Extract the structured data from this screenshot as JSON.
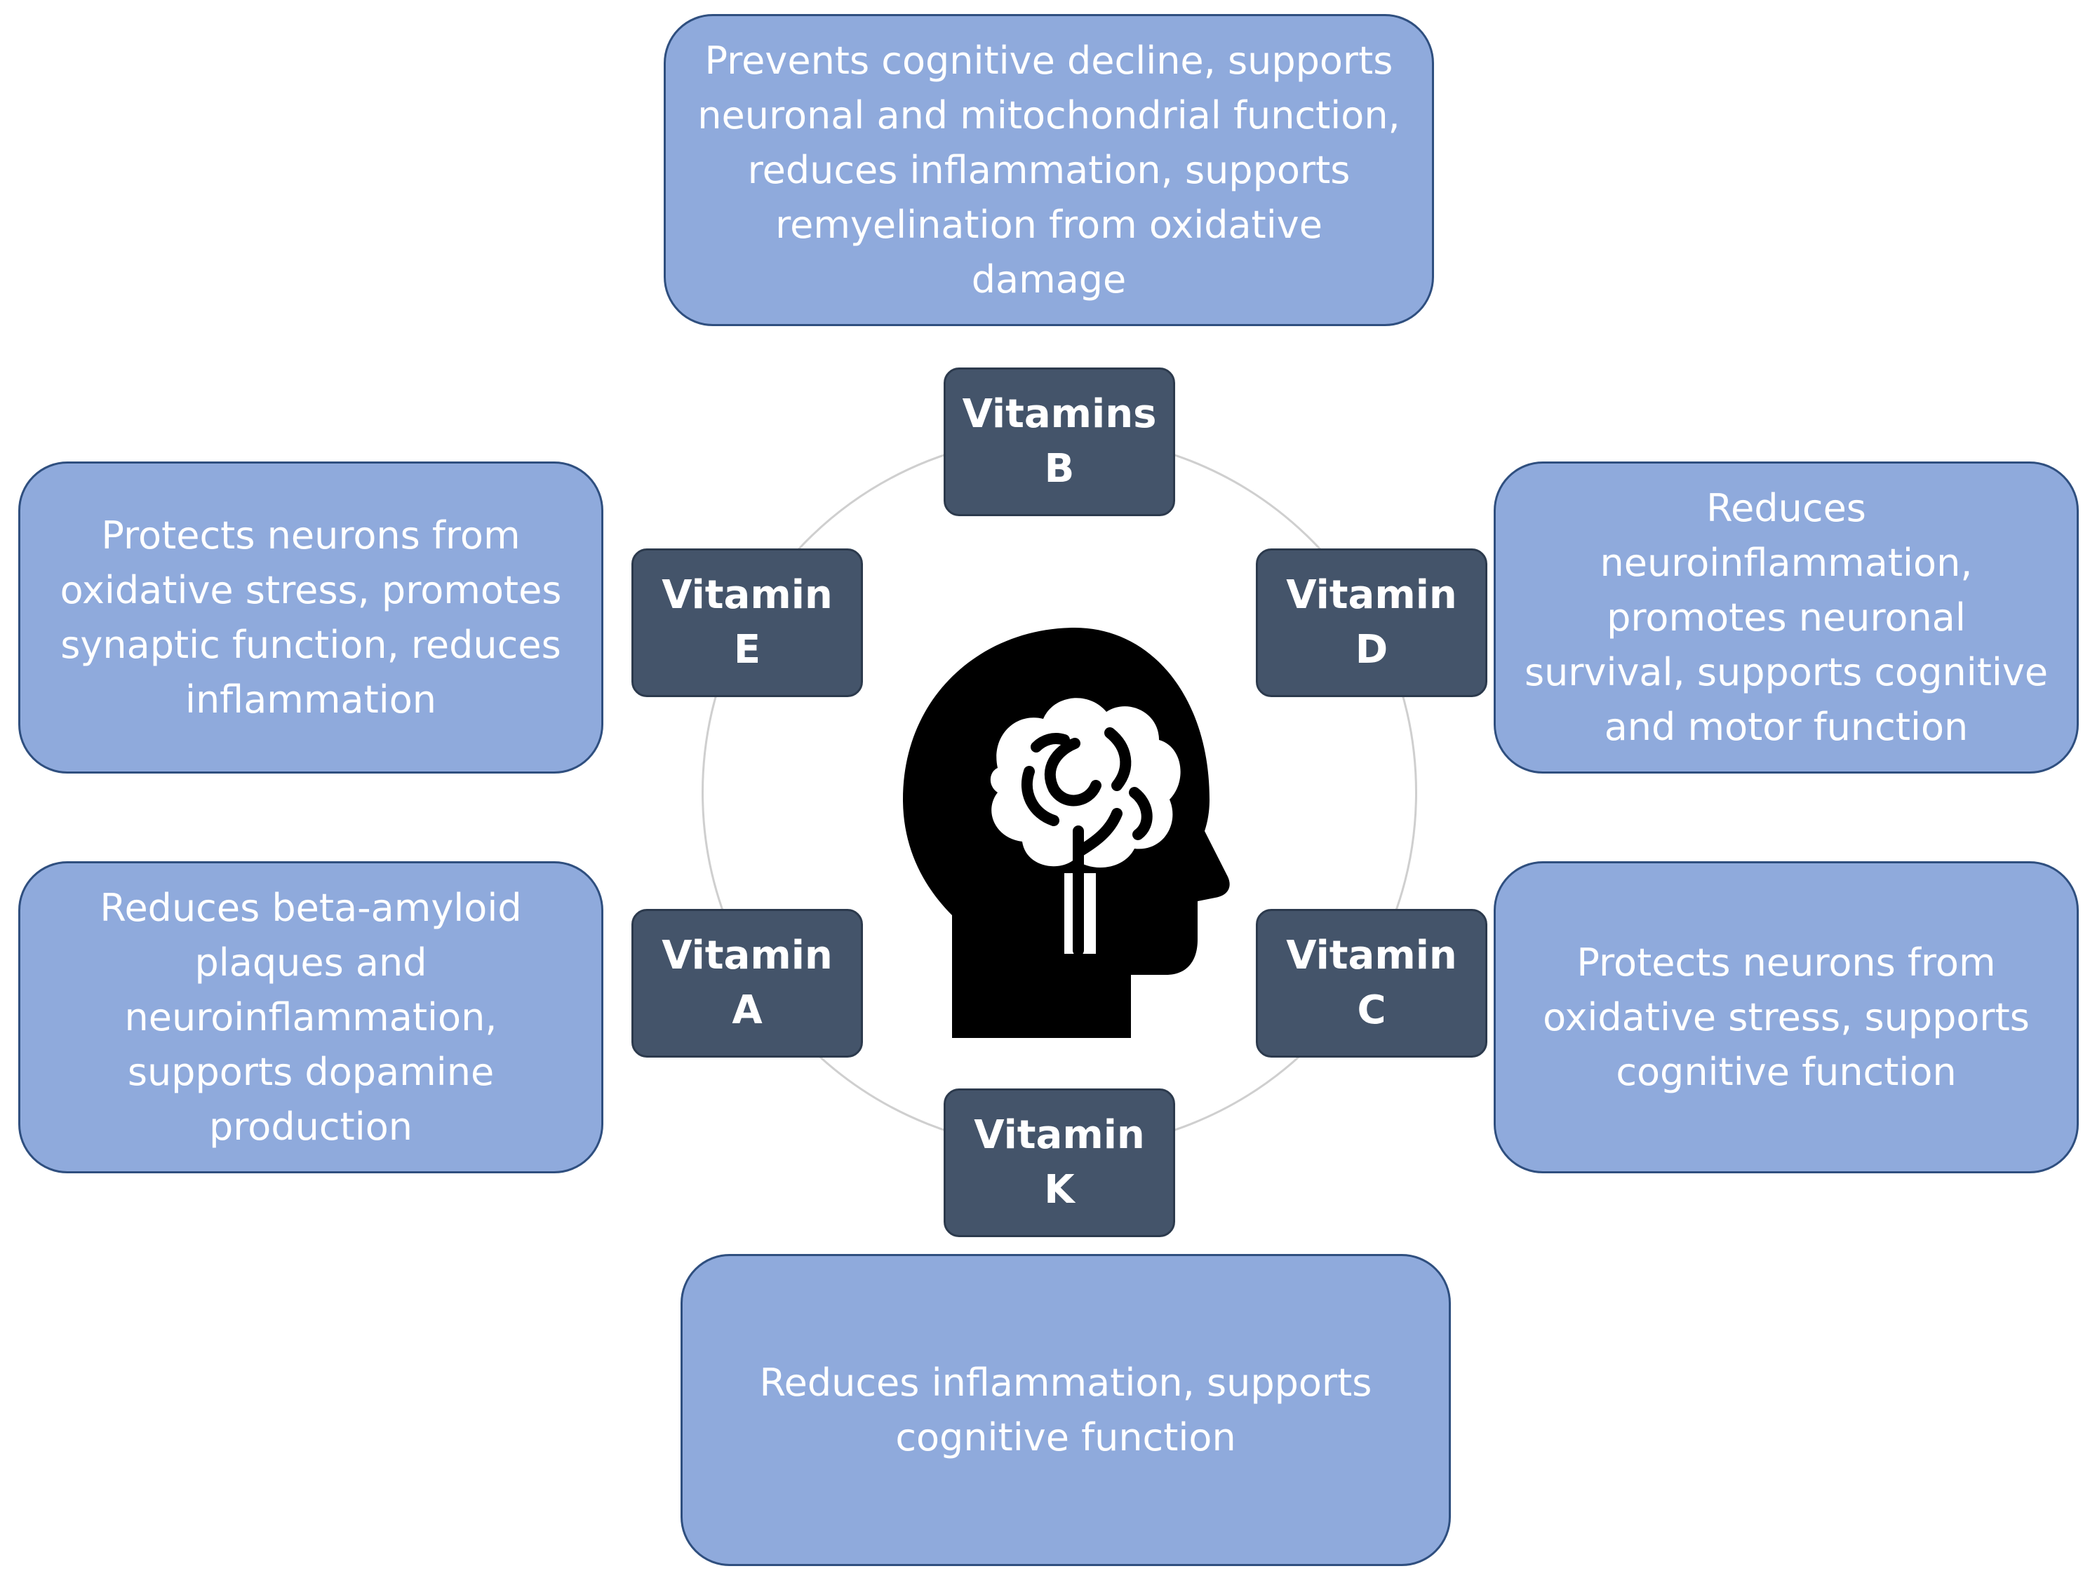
{
  "vitamins": {
    "b": {
      "label": "Vitamins\nB",
      "description": "Prevents cognitive decline, supports neuronal and mitochondrial function, reduces inflammation, supports remyelination from oxidative damage"
    },
    "e": {
      "label": "Vitamin\nE",
      "description": "Protects neurons from oxidative stress, promotes synaptic function, reduces inflammation"
    },
    "d": {
      "label": "Vitamin\nD",
      "description": "Reduces neuroinflammation, promotes neuronal survival, supports cognitive and motor function"
    },
    "a": {
      "label": "Vitamin\nA",
      "description": "Reduces beta-amyloid plaques and neuroinflammation, supports dopamine production"
    },
    "c": {
      "label": "Vitamin\nC",
      "description": "Protects neurons from oxidative stress, supports cognitive function"
    },
    "k": {
      "label": "Vitamin\nK",
      "description": "Reduces inflammation, supports cognitive function"
    }
  },
  "center_icon": "head-brain-icon",
  "colors": {
    "description_fill": "#8faadc",
    "description_border": "#2f4f7f",
    "vitamin_fill": "#44546a",
    "icon": "#000000",
    "ring": "#cfcfcf"
  }
}
